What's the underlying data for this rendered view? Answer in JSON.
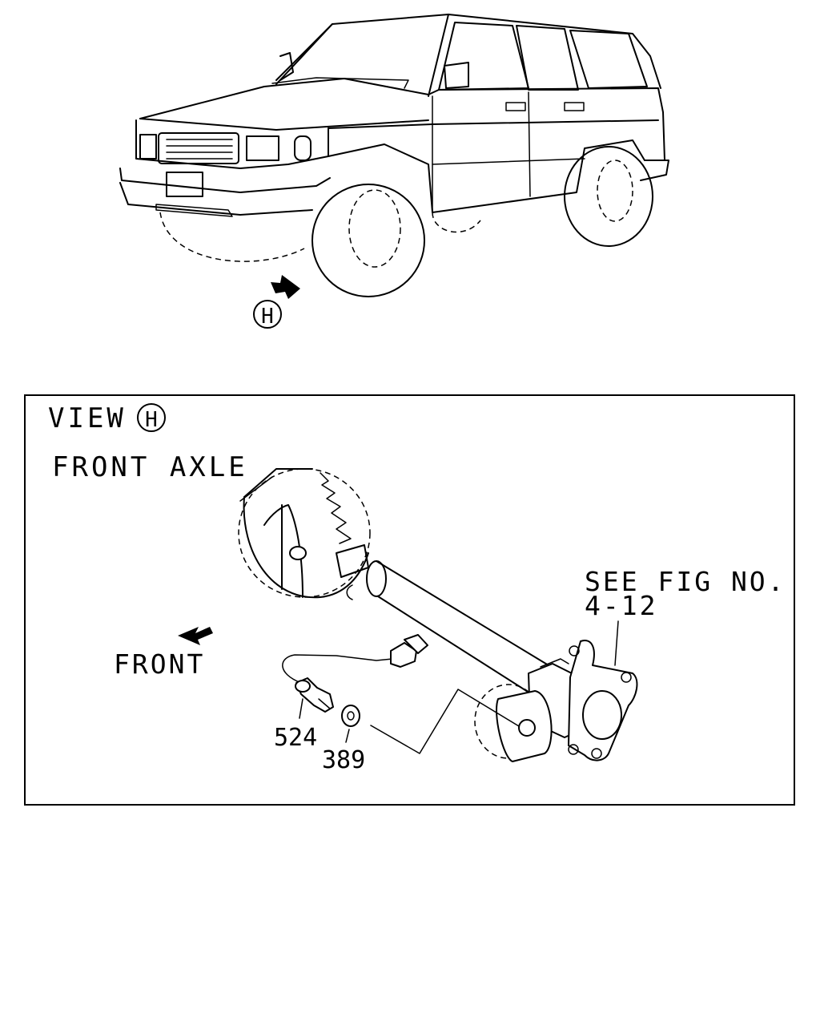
{
  "view_marker": {
    "letter": "H"
  },
  "detail_panel": {
    "view_label": "VIEW",
    "view_letter": "H",
    "title": "FRONT AXLE",
    "front_label": "FRONT",
    "see_fig_line1": "SEE FIG NO.",
    "see_fig_line2": "4-12",
    "part_numbers": [
      "524",
      "389"
    ]
  },
  "icons": [
    "view-direction-arrow-icon",
    "front-direction-arrow-icon"
  ]
}
